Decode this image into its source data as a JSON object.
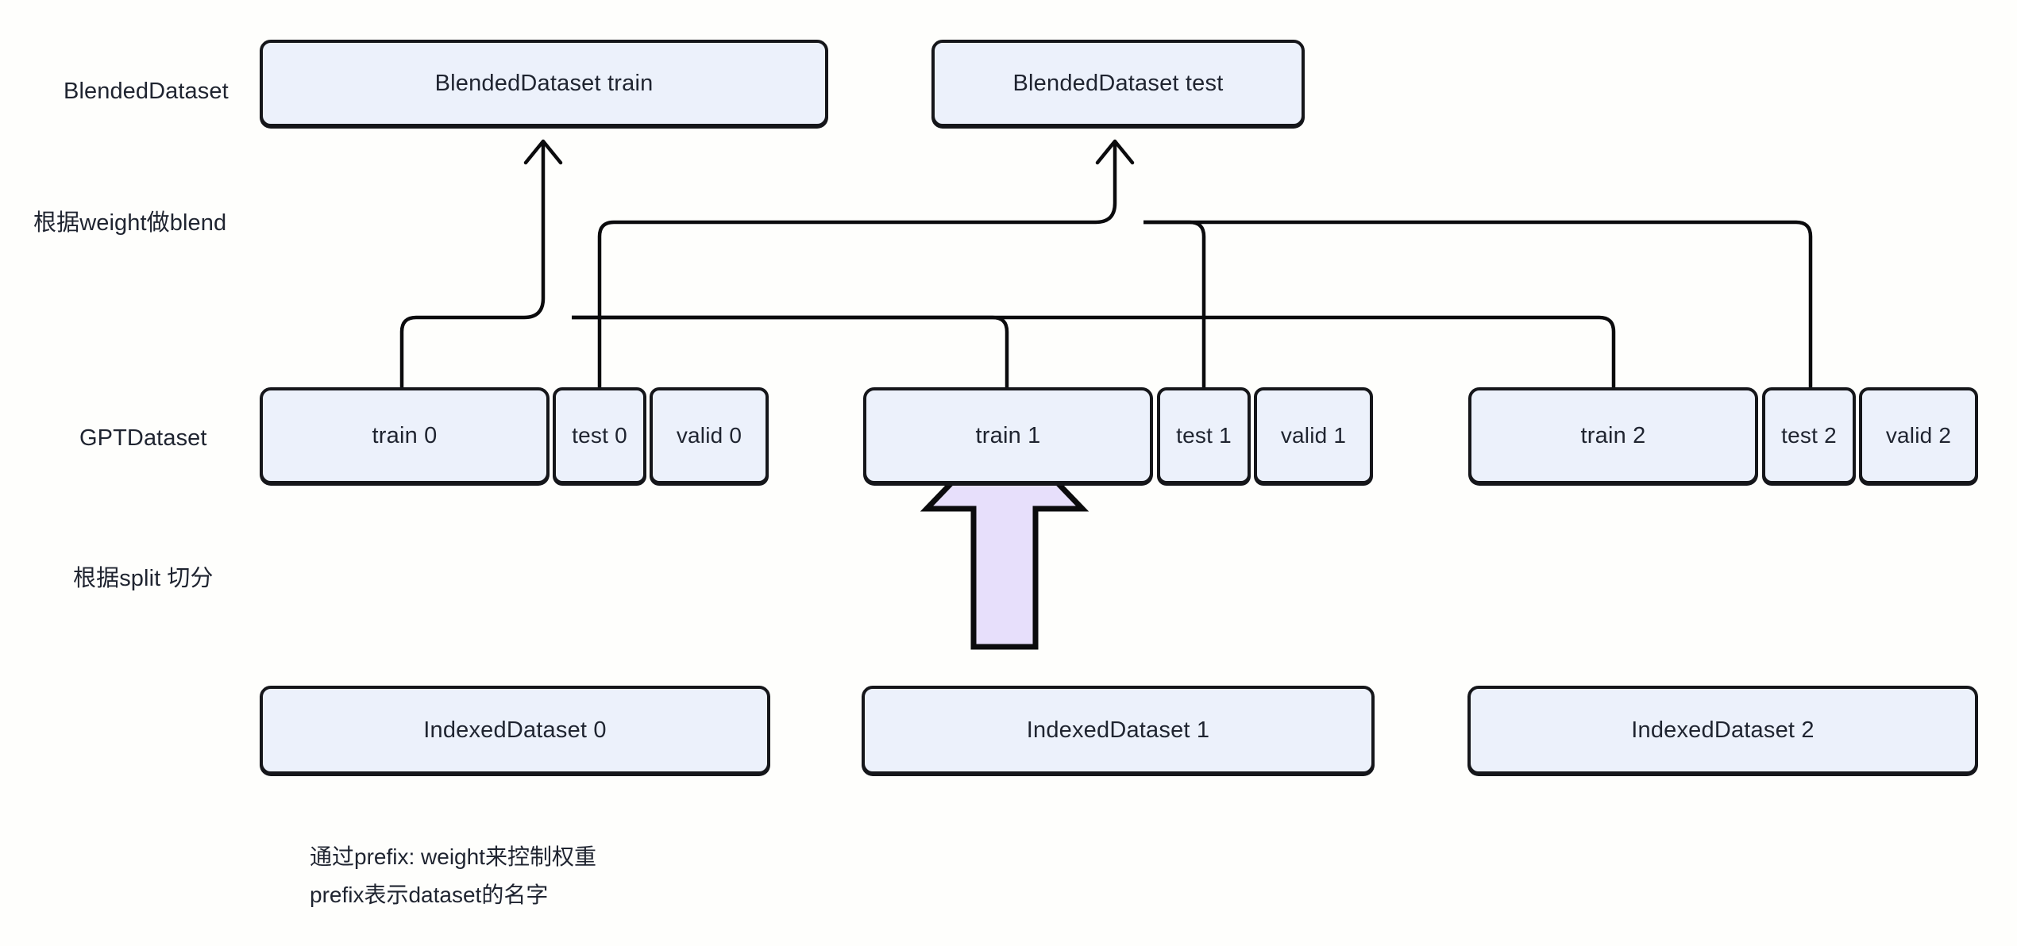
{
  "diagram": {
    "title": "Megatron dataset construction pipeline",
    "background_color": "#fefefc",
    "node_fill": "#ecf1fb",
    "node_stroke": "#15161a",
    "accent_arrow_fill": "#e7dffb",
    "text_color": "#1f2430"
  },
  "row_labels": {
    "blended": "BlendedDataset",
    "blend_note": "根据weight做blend",
    "gpt": "GPTDataset",
    "split_note": "根据split 切分"
  },
  "blended_row": [
    {
      "id": "blended-train",
      "label": "BlendedDataset train"
    },
    {
      "id": "blended-test",
      "label": "BlendedDataset test"
    }
  ],
  "gpt_row": [
    {
      "id": "train-0",
      "label": "train 0",
      "kind": "train",
      "group": 0
    },
    {
      "id": "test-0",
      "label": "test 0",
      "kind": "test",
      "group": 0
    },
    {
      "id": "valid-0",
      "label": "valid 0",
      "kind": "valid",
      "group": 0
    },
    {
      "id": "train-1",
      "label": "train 1",
      "kind": "train",
      "group": 1
    },
    {
      "id": "test-1",
      "label": "test 1",
      "kind": "test",
      "group": 1
    },
    {
      "id": "valid-1",
      "label": "valid 1",
      "kind": "valid",
      "group": 1
    },
    {
      "id": "train-2",
      "label": "train 2",
      "kind": "train",
      "group": 2
    },
    {
      "id": "test-2",
      "label": "test 2",
      "kind": "test",
      "group": 2
    },
    {
      "id": "valid-2",
      "label": "valid 2",
      "kind": "valid",
      "group": 2
    }
  ],
  "indexed_row": [
    {
      "id": "indexed-0",
      "label": "IndexedDataset 0"
    },
    {
      "id": "indexed-1",
      "label": "IndexedDataset 1"
    },
    {
      "id": "indexed-2",
      "label": "IndexedDataset 2"
    }
  ],
  "caption": {
    "line1": "通过prefix: weight来控制权重",
    "line2": "prefix表示dataset的名字"
  },
  "edges": {
    "train_sources": [
      "train 0",
      "train 1",
      "train 2"
    ],
    "train_target": "BlendedDataset train",
    "test_sources": [
      "test 0",
      "test 1",
      "test 2"
    ],
    "test_target": "BlendedDataset test",
    "split_arrow": {
      "from": "IndexedDataset 1",
      "to": "train 1",
      "style": "block-arrow",
      "color": "#e7dffb"
    }
  }
}
